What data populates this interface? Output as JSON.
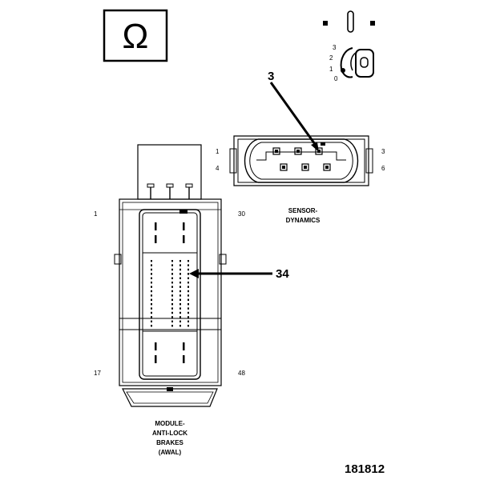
{
  "ohm_symbol": "Ω",
  "ignition_switch": {
    "positions": [
      "3",
      "2",
      "1",
      "0"
    ]
  },
  "sensor_connector": {
    "callout": "3",
    "pin_labels": {
      "top_left": "1",
      "bottom_left": "4",
      "top_right": "3",
      "bottom_right": "6"
    },
    "name_line1": "SENSOR-",
    "name_line2": "DYNAMICS"
  },
  "module_connector": {
    "callout": "34",
    "pin_labels": {
      "top_left": "1",
      "bottom_left": "17",
      "top_right": "30",
      "bottom_right": "48"
    },
    "name_line1": "MODULE-",
    "name_line2": "ANTI-LOCK",
    "name_line3": "BRAKES",
    "name_line4": "(AWAL)"
  },
  "figure_id": "181812"
}
